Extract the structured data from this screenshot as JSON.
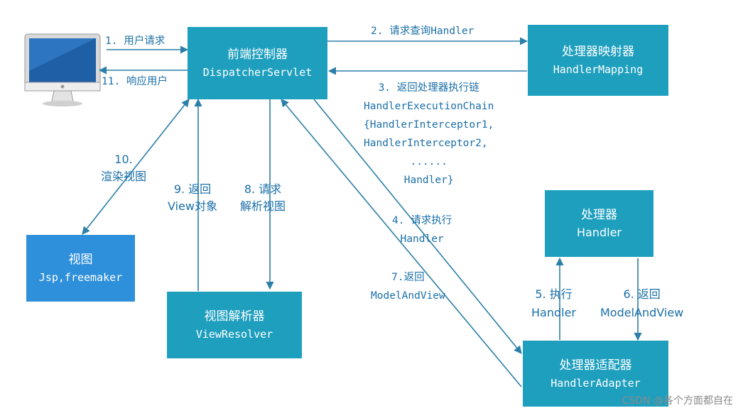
{
  "boxes": {
    "dispatcher": {
      "title": "前端控制器",
      "subtitle": "DispatcherServlet"
    },
    "mapping": {
      "title": "处理器映射器",
      "subtitle": "HandlerMapping"
    },
    "handler": {
      "title": "处理器",
      "subtitle": "Handler"
    },
    "adapter": {
      "title": "处理器适配器",
      "subtitle": "HandlerAdapter"
    },
    "view": {
      "title": "视图",
      "subtitle": "Jsp,freemaker"
    },
    "resolver": {
      "title": "视图解析器",
      "subtitle": "ViewResolver"
    }
  },
  "labels": {
    "step1": "1. 用户请求",
    "step11": "11. 响应用户",
    "step2": "2. 请求查询Handler",
    "step3": [
      "3. 返回处理器执行链",
      "HandlerExecutionChain",
      "{HandlerInterceptor1,",
      "HandlerInterceptor2,",
      "......",
      "Handler}"
    ],
    "step4": [
      "4. 请求执行",
      "Handler"
    ],
    "step5": [
      "5. 执行",
      "Handler"
    ],
    "step6": [
      "6. 返回",
      "ModelAndView"
    ],
    "step7": [
      "7.返回",
      "ModelAndView"
    ],
    "step8": [
      "8. 请求",
      "解析视图"
    ],
    "step9": [
      "9. 返回",
      "View对象"
    ],
    "step10": [
      "10.",
      "渲染视图"
    ]
  },
  "watermark": "CSDN @各个方面都自在",
  "colors": {
    "box_teal": "#1e9fbe",
    "box_blue": "#2e8fdb",
    "arrow": "#2b7fa8",
    "label": "#1a6fa8"
  },
  "icons": {
    "computer": "monitor-icon"
  }
}
